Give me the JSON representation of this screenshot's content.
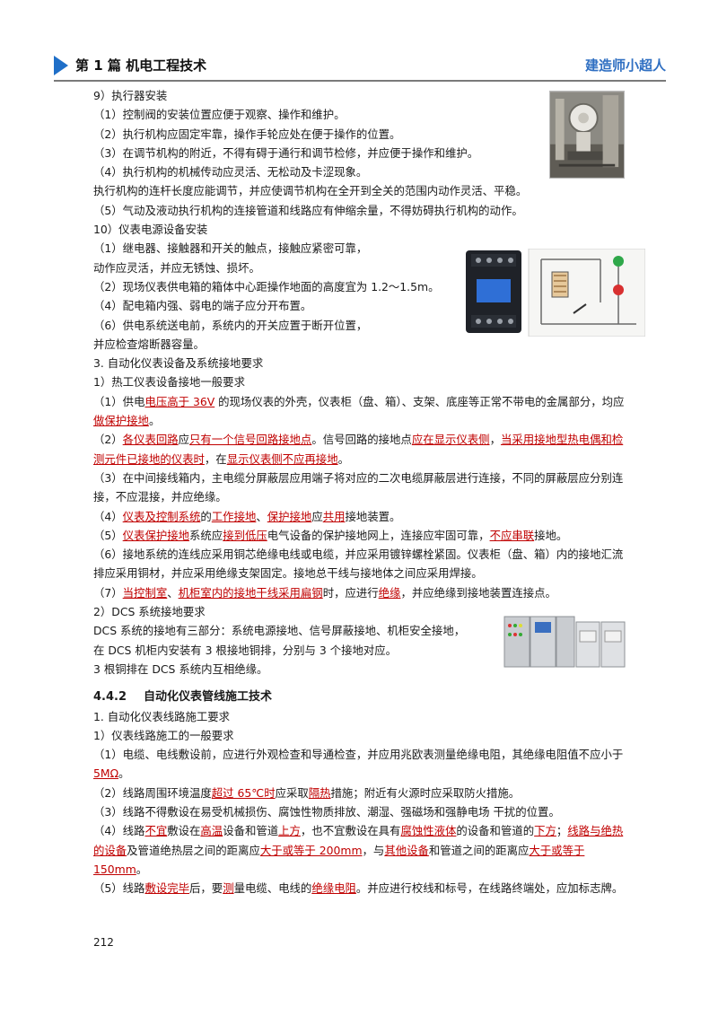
{
  "header": {
    "title": "第 1 篇  机电工程技术",
    "brand": "建造师小超人"
  },
  "page_number": "212",
  "blocks": [
    {
      "type": "line",
      "segs": [
        {
          "t": "9）执行器安装"
        }
      ]
    },
    {
      "type": "line",
      "segs": [
        {
          "t": "（1）控制阀的安装位置应便于观察、操作和维护。"
        }
      ]
    },
    {
      "type": "line",
      "segs": [
        {
          "t": "（2）执行机构应固定牢靠，操作手轮应处在便于操作的位置。"
        }
      ]
    },
    {
      "type": "line",
      "segs": [
        {
          "t": "（3）在调节机构的附近，不得有碍于通行和调节检修，并应便于操作和维护。"
        }
      ]
    },
    {
      "type": "line",
      "segs": [
        {
          "t": "（4）执行机构的机械传动应灵活、无松动及卡涩现象。"
        }
      ]
    },
    {
      "type": "line",
      "segs": [
        {
          "t": "执行机构的连杆长度应能调节，并应使调节机构在全开到全关的范围内动作灵活、平稳。"
        }
      ]
    },
    {
      "type": "line",
      "segs": [
        {
          "t": "（5）气动及液动执行机构的连接管道和线路应有伸缩余量，不得妨碍执行机构的动作。"
        }
      ]
    },
    {
      "type": "line",
      "segs": [
        {
          "t": "10）仪表电源设备安装"
        }
      ]
    },
    {
      "type": "line",
      "segs": [
        {
          "t": "（1）继电器、接触器和开关的触点，接触应紧密可靠，"
        }
      ]
    },
    {
      "type": "line",
      "segs": [
        {
          "t": "动作应灵活，并应无锈蚀、损坏。"
        }
      ]
    },
    {
      "type": "line",
      "segs": [
        {
          "t": "（2）现场仪表供电箱的箱体中心距操作地面的高度宜为 1.2～1.5m。"
        }
      ]
    },
    {
      "type": "line",
      "segs": [
        {
          "t": "（4）配电箱内强、弱电的端子应分开布置。"
        }
      ]
    },
    {
      "type": "line",
      "segs": [
        {
          "t": "（6）供电系统送电前，系统内的开关应置于断开位置，"
        }
      ]
    },
    {
      "type": "line",
      "segs": [
        {
          "t": "并应检查熔断器容量。"
        }
      ]
    },
    {
      "type": "line",
      "segs": [
        {
          "t": "3. 自动化仪表设备及系统接地要求"
        }
      ]
    },
    {
      "type": "line",
      "segs": [
        {
          "t": "1）热工仪表设备接地一般要求"
        }
      ]
    },
    {
      "type": "para",
      "segs": [
        {
          "t": "（1）供电"
        },
        {
          "t": "电压高于 36V",
          "u": true
        },
        {
          "t": " 的现场仪表的外壳，仪表柜（盘、箱）、支架、底座等正常不带电的金属部分，均应"
        },
        {
          "t": "做保护接地",
          "u": true
        },
        {
          "t": "。"
        }
      ]
    },
    {
      "type": "para",
      "segs": [
        {
          "t": "（2）"
        },
        {
          "t": "各仪表回路",
          "u": true
        },
        {
          "t": "应"
        },
        {
          "t": "只有一个信号回路接地点",
          "u": true
        },
        {
          "t": "。信号回路的接地点"
        },
        {
          "t": "应在显示仪表侧",
          "u": true
        },
        {
          "t": "，"
        },
        {
          "t": "当采用接地型热电偶和检测元件已接地的仪表时",
          "u": true
        },
        {
          "t": "，在"
        },
        {
          "t": "显示仪表侧不应再接地",
          "u": true
        },
        {
          "t": "。"
        }
      ]
    },
    {
      "type": "para",
      "segs": [
        {
          "t": "（3）在中间接线箱内，主电缆分屏蔽层应用端子将对应的二次电缆屏蔽层进行连接，不同的屏蔽层应分别连接，不应混接，并应绝缘。"
        }
      ]
    },
    {
      "type": "line",
      "segs": [
        {
          "t": "（4）"
        },
        {
          "t": "仪表及控制系统",
          "u": true
        },
        {
          "t": "的"
        },
        {
          "t": "工作接地",
          "u": true
        },
        {
          "t": "、"
        },
        {
          "t": "保护接地",
          "u": true
        },
        {
          "t": "应"
        },
        {
          "t": "共用",
          "u": true
        },
        {
          "t": "接地装置。"
        }
      ]
    },
    {
      "type": "line",
      "segs": [
        {
          "t": "（5）"
        },
        {
          "t": "仪表保护接地",
          "u": true
        },
        {
          "t": "系统应"
        },
        {
          "t": "接到低压",
          "u": true
        },
        {
          "t": "电气设备的保护接地网上，连接应牢固可靠，"
        },
        {
          "t": "不应串联",
          "u": true
        },
        {
          "t": "接地。"
        }
      ]
    },
    {
      "type": "para",
      "segs": [
        {
          "t": "（6）接地系统的连线应采用铜芯绝缘电线或电缆，并应采用镀锌螺栓紧固。仪表柜（盘、箱）内的接地汇流排应采用铜材，并应采用绝缘支架固定。接地总干线与接地体之间应采用焊接。"
        }
      ]
    },
    {
      "type": "line",
      "segs": [
        {
          "t": "（7）"
        },
        {
          "t": "当控制室",
          "u": true
        },
        {
          "t": "、"
        },
        {
          "t": "机柜室内的接地干线采用扁钢",
          "u": true
        },
        {
          "t": "时，应进行"
        },
        {
          "t": "绝缘",
          "u": true
        },
        {
          "t": "，并应绝缘到接地装置连接点。"
        }
      ]
    },
    {
      "type": "line",
      "segs": [
        {
          "t": "2）DCS    系统接地要求"
        }
      ]
    },
    {
      "type": "line",
      "segs": [
        {
          "t": "DCS 系统的接地有三部分：系统电源接地、信号屏蔽接地、机柜安全接地，"
        }
      ]
    },
    {
      "type": "line",
      "segs": [
        {
          "t": "在  DCS 机柜内安装有 3 根接地铜排，分别与 3 个接地对应。"
        }
      ]
    },
    {
      "type": "line",
      "segs": [
        {
          "t": "3 根铜排在 DCS 系统内互相绝缘。"
        }
      ]
    },
    {
      "type": "gap"
    },
    {
      "type": "section",
      "num": "4.4.2",
      "title": "自动化仪表管线施工技术"
    },
    {
      "type": "line",
      "segs": [
        {
          "t": "1. 自动化仪表线路施工要求"
        }
      ]
    },
    {
      "type": "line",
      "segs": [
        {
          "t": "1）仪表线路施工的一般要求"
        }
      ]
    },
    {
      "type": "para",
      "segs": [
        {
          "t": "（1）电缆、电线敷设前，应进行外观检查和导通检查，并应用兆欧表测量绝缘电阻，其绝缘电阻值不应小于 "
        },
        {
          "t": "5MΩ",
          "u": true
        },
        {
          "t": "。"
        }
      ]
    },
    {
      "type": "line",
      "segs": [
        {
          "t": "（2）线路周围环境温度"
        },
        {
          "t": "超过 65℃时",
          "u": true
        },
        {
          "t": "应采取"
        },
        {
          "t": "隔热",
          "u": true
        },
        {
          "t": "措施；附近有火源时应采取防火措施。"
        }
      ]
    },
    {
      "type": "line",
      "segs": [
        {
          "t": "（3）线路不得敷设在易受机械损伤、腐蚀性物质排放、潮湿、强磁场和强静电场 干扰的位置。"
        }
      ]
    },
    {
      "type": "para",
      "segs": [
        {
          "t": "（4）线路"
        },
        {
          "t": "不宜",
          "u": true
        },
        {
          "t": "敷设在"
        },
        {
          "t": "高温",
          "u": true
        },
        {
          "t": "设备和管道"
        },
        {
          "t": "上方",
          "u": true
        },
        {
          "t": "，也不宜敷设在具有"
        },
        {
          "t": "腐蚀性液体",
          "u": true
        },
        {
          "t": "的设备和管道的"
        },
        {
          "t": "下方",
          "u": true
        },
        {
          "t": "；"
        },
        {
          "t": "线路与绝热的设备",
          "u": true
        },
        {
          "t": "及管道绝热层之间的距离应"
        },
        {
          "t": "大于或等于 200mm",
          "u": true
        },
        {
          "t": "，与"
        },
        {
          "t": "其他设备",
          "u": true
        },
        {
          "t": "和管道之间的距离应"
        },
        {
          "t": "大于或等于 150mm",
          "u": true
        },
        {
          "t": "。"
        }
      ]
    },
    {
      "type": "para",
      "segs": [
        {
          "t": "（5）线路"
        },
        {
          "t": "敷设完毕",
          "u": true
        },
        {
          "t": "后，要"
        },
        {
          "t": "测",
          "u": true
        },
        {
          "t": "量电缆、电线的"
        },
        {
          "t": "绝缘电阻",
          "u": true
        },
        {
          "t": "。并应进行校线和标号，在线路终端处，应加标志牌。"
        }
      ]
    }
  ],
  "colors": {
    "accent": "#1f6fc8",
    "brand": "#2f6fc2",
    "emphasis": "#c00000"
  },
  "icons": [
    "header-triangle-icon"
  ]
}
